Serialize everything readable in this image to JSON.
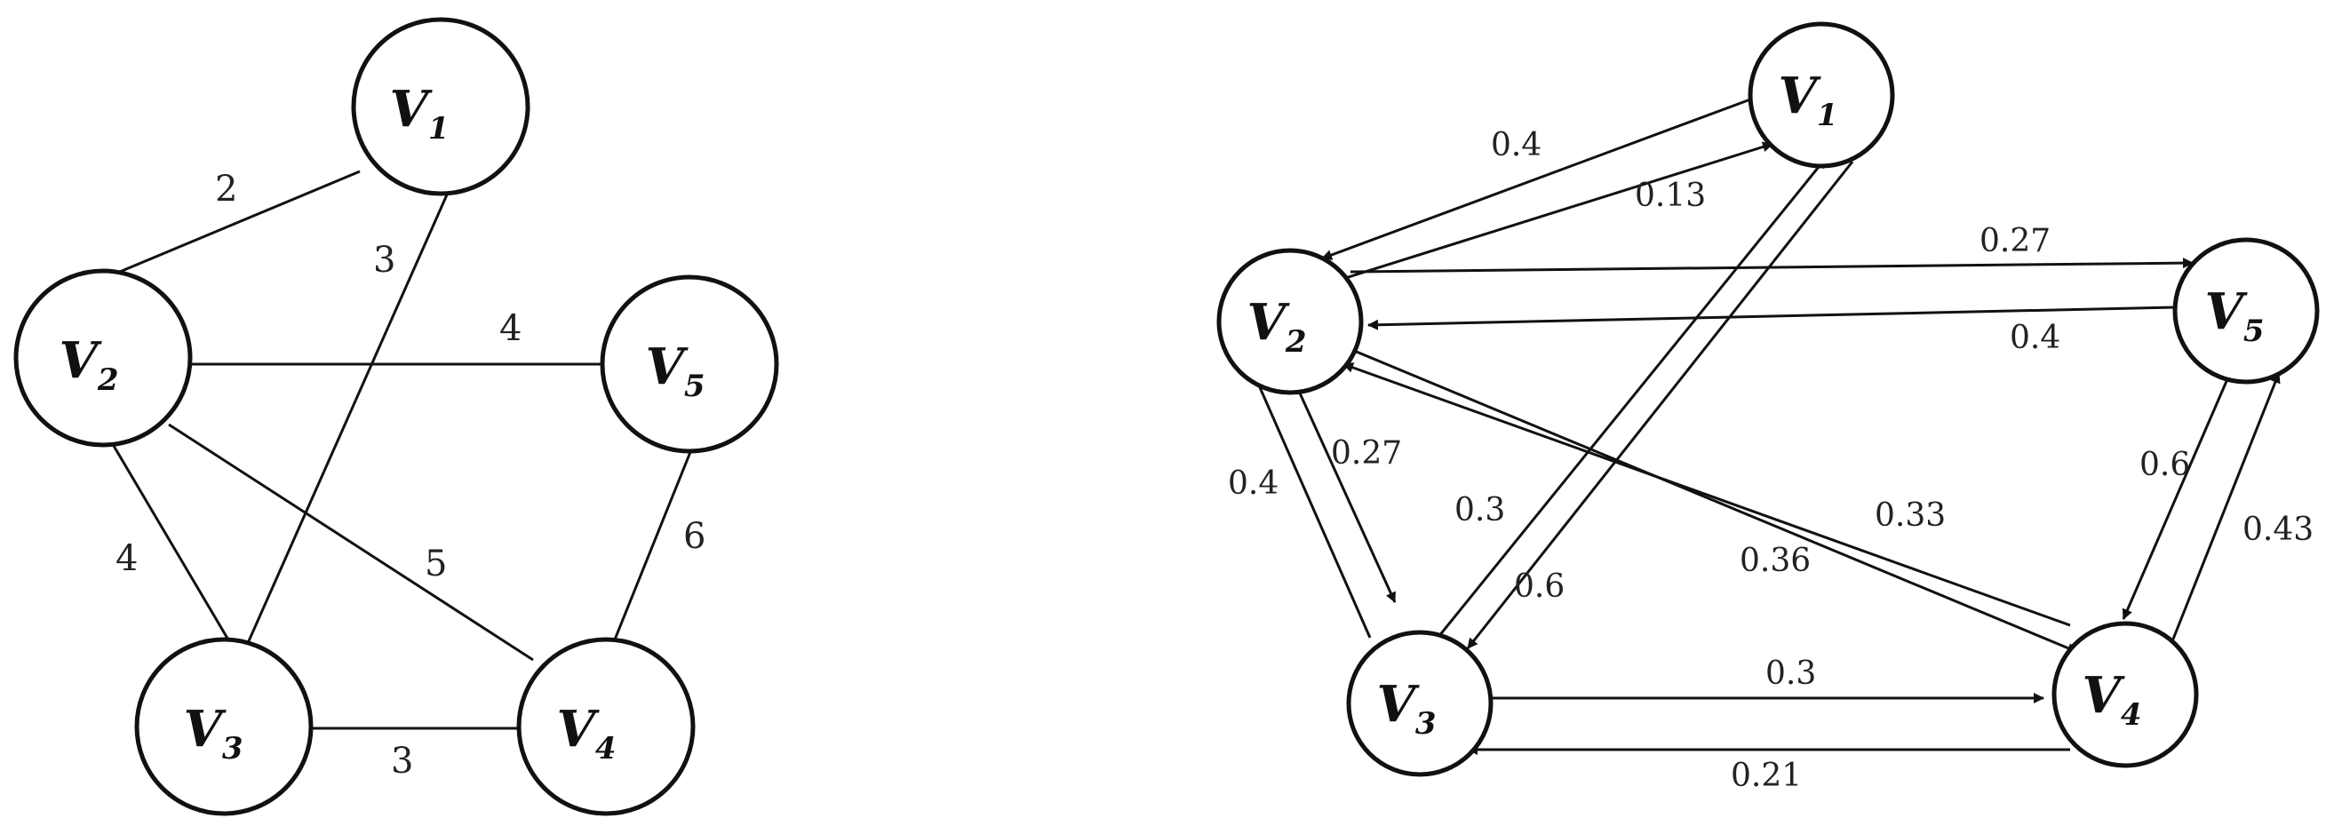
{
  "undirected_graph": {
    "nodes": [
      {
        "id": "v1",
        "letter": "V",
        "sub": "1"
      },
      {
        "id": "v2",
        "letter": "V",
        "sub": "2"
      },
      {
        "id": "v3",
        "letter": "V",
        "sub": "3"
      },
      {
        "id": "v4",
        "letter": "V",
        "sub": "4"
      },
      {
        "id": "v5",
        "letter": "V",
        "sub": "5"
      }
    ],
    "edges": [
      {
        "from": "v1",
        "to": "v2",
        "weight": "2"
      },
      {
        "from": "v1",
        "to": "v3",
        "weight": "3"
      },
      {
        "from": "v2",
        "to": "v5",
        "weight": "4"
      },
      {
        "from": "v2",
        "to": "v3",
        "weight": "4"
      },
      {
        "from": "v2",
        "to": "v4",
        "weight": "5"
      },
      {
        "from": "v4",
        "to": "v5",
        "weight": "6"
      },
      {
        "from": "v3",
        "to": "v4",
        "weight": "3"
      }
    ]
  },
  "directed_graph": {
    "nodes": [
      {
        "id": "v1",
        "letter": "V",
        "sub": "1"
      },
      {
        "id": "v2",
        "letter": "V",
        "sub": "2"
      },
      {
        "id": "v3",
        "letter": "V",
        "sub": "3"
      },
      {
        "id": "v4",
        "letter": "V",
        "sub": "4"
      },
      {
        "id": "v5",
        "letter": "V",
        "sub": "5"
      }
    ],
    "arcs": [
      {
        "from": "v1",
        "to": "v2",
        "weight": "0.4"
      },
      {
        "from": "v2",
        "to": "v1",
        "weight": "0.13"
      },
      {
        "from": "v2",
        "to": "v5",
        "weight": "0.27"
      },
      {
        "from": "v5",
        "to": "v2",
        "weight": "0.4"
      },
      {
        "from": "v3",
        "to": "v2",
        "weight": "0.4"
      },
      {
        "from": "v2",
        "to": "v3",
        "weight": "0.27"
      },
      {
        "from": "v3",
        "to": "v1",
        "weight": "0.3"
      },
      {
        "from": "v1",
        "to": "v3",
        "weight": "0.6"
      },
      {
        "from": "v2",
        "to": "v4",
        "weight": "0.33"
      },
      {
        "from": "v4",
        "to": "v2",
        "weight": "0.36"
      },
      {
        "from": "v5",
        "to": "v4",
        "weight": "0.6"
      },
      {
        "from": "v4",
        "to": "v5",
        "weight": "0.43"
      },
      {
        "from": "v3",
        "to": "v4",
        "weight": "0.3"
      },
      {
        "from": "v4",
        "to": "v3",
        "weight": "0.21"
      }
    ]
  }
}
